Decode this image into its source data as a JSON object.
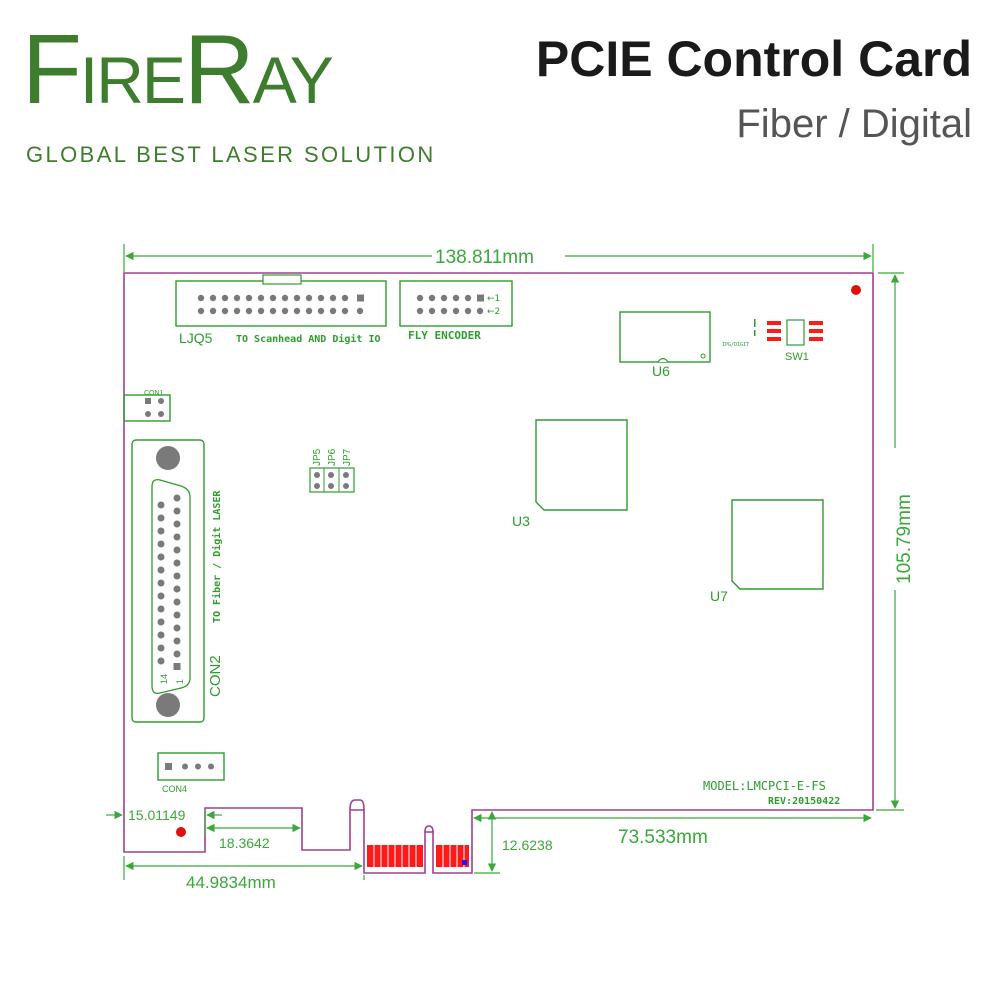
{
  "brand": {
    "logo_text": "FireRay",
    "tagline": "GLOBAL BEST LASER SOLUTION",
    "color": "#3f7d2e"
  },
  "header": {
    "title": "PCIE Control Card",
    "subtitle": "Fiber / Digital"
  },
  "dimensions": {
    "width": "138.811mm",
    "height": "105.79mm",
    "left_offset": "15.01149",
    "notch_width": "18.3642",
    "bottom_left": "44.9834mm",
    "step_height": "12.6238",
    "right_width": "73.533mm"
  },
  "board": {
    "ljq5_label": "LJQ5",
    "ljq5_desc": "TO Scanhead AND Digit IO",
    "fly_label": "FLY ENCODER",
    "fly_pin1": "←1",
    "fly_pin2": "←2",
    "con1": "CON1",
    "con2": "CON2",
    "con2_desc": "TO Fiber / Digit LASER",
    "pin14": "14",
    "pin1": "1",
    "con4": "CON4",
    "jp5": "JP5",
    "jp6": "JP6",
    "jp7": "JP7",
    "u3": "U3",
    "u6": "U6",
    "u7": "U7",
    "sw1": "SW1",
    "ipg_digit": "IPG/DIGIT",
    "model": "MODEL:LMCPCI-E-FS",
    "rev": "REV:20150422"
  },
  "colors": {
    "outline": "#a0408f",
    "silk": "#2e9e2e",
    "dimension": "#3aa83a",
    "pad": "#7a7a7a",
    "accent": "#e01010"
  }
}
